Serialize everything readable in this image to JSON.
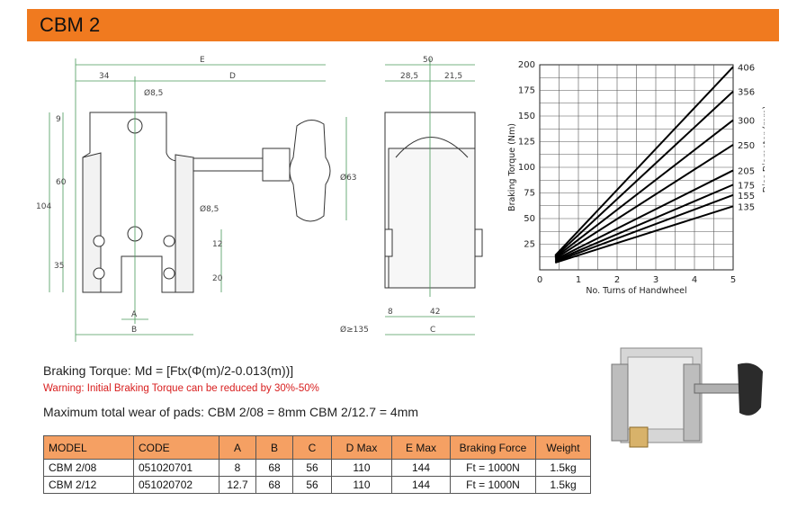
{
  "header": {
    "title": "CBM 2",
    "color": "#f07a1f"
  },
  "drawing": {
    "front_dims": [
      "E",
      "34",
      "D",
      "Ø8,5",
      "9",
      "60",
      "104",
      "Ø8,5",
      "12",
      "35",
      "20",
      "A",
      "B",
      "Ø63"
    ],
    "side_dims": [
      "50",
      "28,5",
      "21,5",
      "8",
      "42",
      "C",
      "Ø≥135"
    ]
  },
  "chart_data": {
    "type": "line",
    "title": "",
    "xlabel": "No. Turns of Handwheel",
    "ylabel": "Braking Torque (Nm)",
    "y2label": "Disc Diameter (mm)",
    "xlim": [
      0,
      5
    ],
    "ylim": [
      0,
      200
    ],
    "xticks": [
      0,
      1,
      2,
      3,
      4,
      5
    ],
    "yticks": [
      25,
      50,
      75,
      100,
      125,
      150,
      175,
      200
    ],
    "grid": true,
    "series": [
      {
        "name": "406",
        "x": [
          0.4,
          5
        ],
        "y": [
          14,
          198
        ]
      },
      {
        "name": "356",
        "x": [
          0.4,
          5
        ],
        "y": [
          13,
          174
        ]
      },
      {
        "name": "300",
        "x": [
          0.4,
          5
        ],
        "y": [
          12,
          146
        ]
      },
      {
        "name": "250",
        "x": [
          0.4,
          5
        ],
        "y": [
          11,
          122
        ]
      },
      {
        "name": "205",
        "x": [
          0.4,
          5
        ],
        "y": [
          10,
          97
        ]
      },
      {
        "name": "175",
        "x": [
          0.4,
          5
        ],
        "y": [
          9,
          83
        ]
      },
      {
        "name": "155",
        "x": [
          0.4,
          5
        ],
        "y": [
          8,
          73
        ]
      },
      {
        "name": "135",
        "x": [
          0.4,
          5
        ],
        "y": [
          7,
          62
        ]
      }
    ]
  },
  "formula": "Braking Torque: Md = [Ftx(Φ(m)/2-0.013(m))]",
  "warning": "Warning: Initial Braking Torque can be reduced by 30%-50%",
  "wear": "Maximum total wear of pads: CBM 2/08 = 8mm    CBM 2/12.7 = 4mm",
  "table": {
    "headers": [
      "MODEL",
      "CODE",
      "A",
      "B",
      "C",
      "D Max",
      "E Max",
      "Braking Force",
      "Weight"
    ],
    "rows": [
      [
        "CBM 2/08",
        "051020701",
        "8",
        "68",
        "56",
        "110",
        "144",
        "Ft = 1000N",
        "1.5kg"
      ],
      [
        "CBM 2/12",
        "051020702",
        "12.7",
        "68",
        "56",
        "110",
        "144",
        "Ft = 1000N",
        "1.5kg"
      ]
    ]
  }
}
